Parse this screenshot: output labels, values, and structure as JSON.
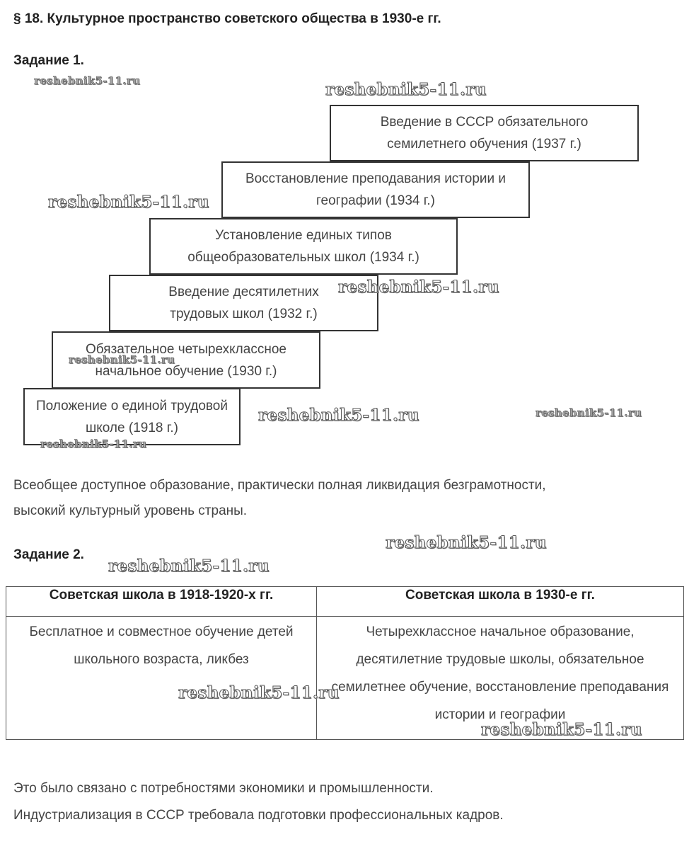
{
  "title": "§ 18. Культурное пространство советского общества в 1930-е гг.",
  "task1": {
    "heading": "Задание 1.",
    "steps": [
      "Введение в СССР обязательного семилетнего обучения (1937 г.)",
      "Восстановление преподавания истории и географии (1934 г.)",
      "Установление единых типов общеобразовательных школ (1934 г.)",
      "Введение десятилетних трудовых школ (1932 г.)",
      "Обязательное четырехклассное начальное обучение (1930 г.)",
      "Положение о единой трудовой школе (1918 г.)"
    ],
    "conclusion": "Всеобщее доступное образование, практически полная ликвидация безграмотности, высокий культурный уровень страны."
  },
  "task2": {
    "heading": "Задание 2.",
    "headers": [
      "Советская школа в 1918-1920-х гг.",
      "Советская школа в 1930-е гг."
    ],
    "cells": [
      "Бесплатное и совместное обучение детей школьного возраста, ликбез",
      "Четырехклассное начальное образование, десятилетние трудовые школы, обязательное семилетнее обучение, восстановление преподавания истории и географии"
    ]
  },
  "answer": {
    "line1": "Это было связано с потребностями экономики и промышленности.",
    "line2": "Индустриализация в СССР требовала подготовки профессиональных кадров."
  },
  "watermark": "reshebnik5-11.ru"
}
